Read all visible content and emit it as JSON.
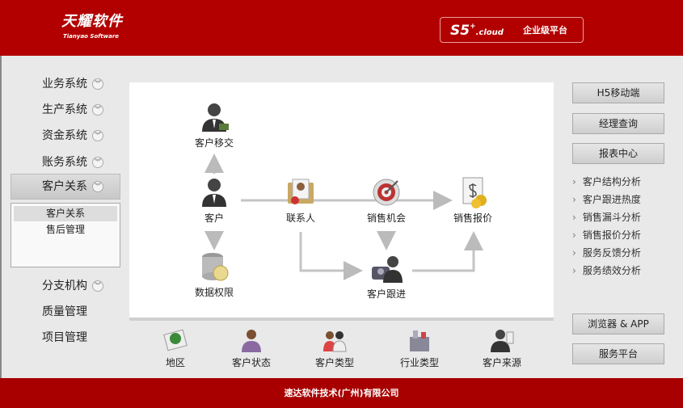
{
  "header": {
    "logo": "天耀软件",
    "logo_sub": "Tianyao Software",
    "product": "S5",
    "product_sup": "+",
    "product_suffix": ".cloud",
    "platform": "企业级平台"
  },
  "sidebar": {
    "items": [
      "业务系统",
      "生产系统",
      "资金系统",
      "账务系统",
      "客户关系",
      "分支机构",
      "质量管理",
      "项目管理"
    ],
    "submenu": [
      "客户关系",
      "售后管理"
    ],
    "active": "客户关系",
    "selected_sub": "客户关系"
  },
  "flow": {
    "nodes": {
      "transfer": "客户移交",
      "customer": "客户",
      "permission": "数据权限",
      "contact": "联系人",
      "opportunity": "销售机会",
      "quote": "销售报价",
      "followup": "客户跟进"
    }
  },
  "bottom": [
    "地区",
    "客户状态",
    "客户类型",
    "行业类型",
    "客户来源"
  ],
  "right": {
    "buttons": [
      "H5移动端",
      "经理查询",
      "报表中心"
    ],
    "reports": [
      "客户结构分析",
      "客户跟进热度",
      "销售漏斗分析",
      "销售报价分析",
      "服务反馈分析",
      "服务绩效分析"
    ],
    "bottom_buttons": [
      "浏览器 & APP",
      "服务平台"
    ]
  },
  "footer": "速达软件技术(广州)有限公司",
  "colors": {
    "brand": "#b20000"
  }
}
